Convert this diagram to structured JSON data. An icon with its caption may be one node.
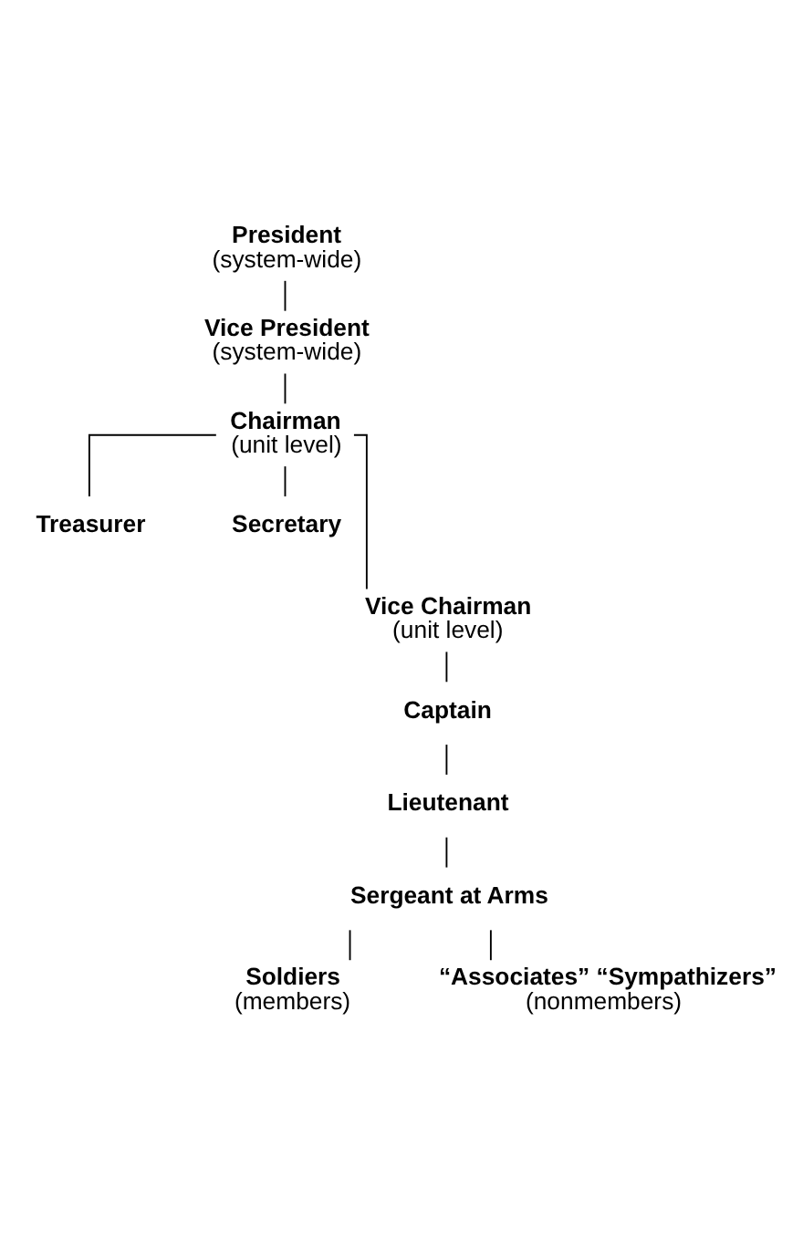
{
  "diagram": {
    "nodes": [
      {
        "text": [
          "President",
          "(system-wide)"
        ]
      },
      {
        "text": [
          "Vice President",
          "(system-wide)"
        ]
      },
      {
        "text": [
          "Chairman",
          "(unit level)"
        ]
      },
      {
        "text": [
          "Treasurer"
        ]
      },
      {
        "text": [
          "Secretary"
        ]
      },
      {
        "text": [
          "Vice Chairman",
          "(unit level)"
        ]
      },
      {
        "text": [
          "Captain"
        ]
      },
      {
        "text": [
          "Lieutenant"
        ]
      },
      {
        "text": [
          "Sergeant at Arms"
        ]
      },
      {
        "text": [
          "Soldiers",
          "(members)"
        ]
      },
      {
        "text": [
          "“Associates” “Sympathizers”",
          "(nonmembers)"
        ]
      }
    ],
    "edges": [
      {
        "from": 0,
        "to": 1,
        "arrow": "none"
      },
      {
        "from": 1,
        "to": 2,
        "arrow": "none"
      },
      {
        "from": 2,
        "to": 3,
        "arrow": "none"
      },
      {
        "from": 2,
        "to": 4,
        "arrow": "none"
      },
      {
        "from": 2,
        "to": 5,
        "arrow": "none"
      },
      {
        "from": 5,
        "to": 6,
        "arrow": "none"
      },
      {
        "from": 6,
        "to": 7,
        "arrow": "none"
      },
      {
        "from": 7,
        "to": 8,
        "arrow": "none"
      },
      {
        "from": 8,
        "to": 9,
        "arrow": "none"
      },
      {
        "from": 8,
        "to": 10,
        "arrow": "none"
      }
    ]
  }
}
